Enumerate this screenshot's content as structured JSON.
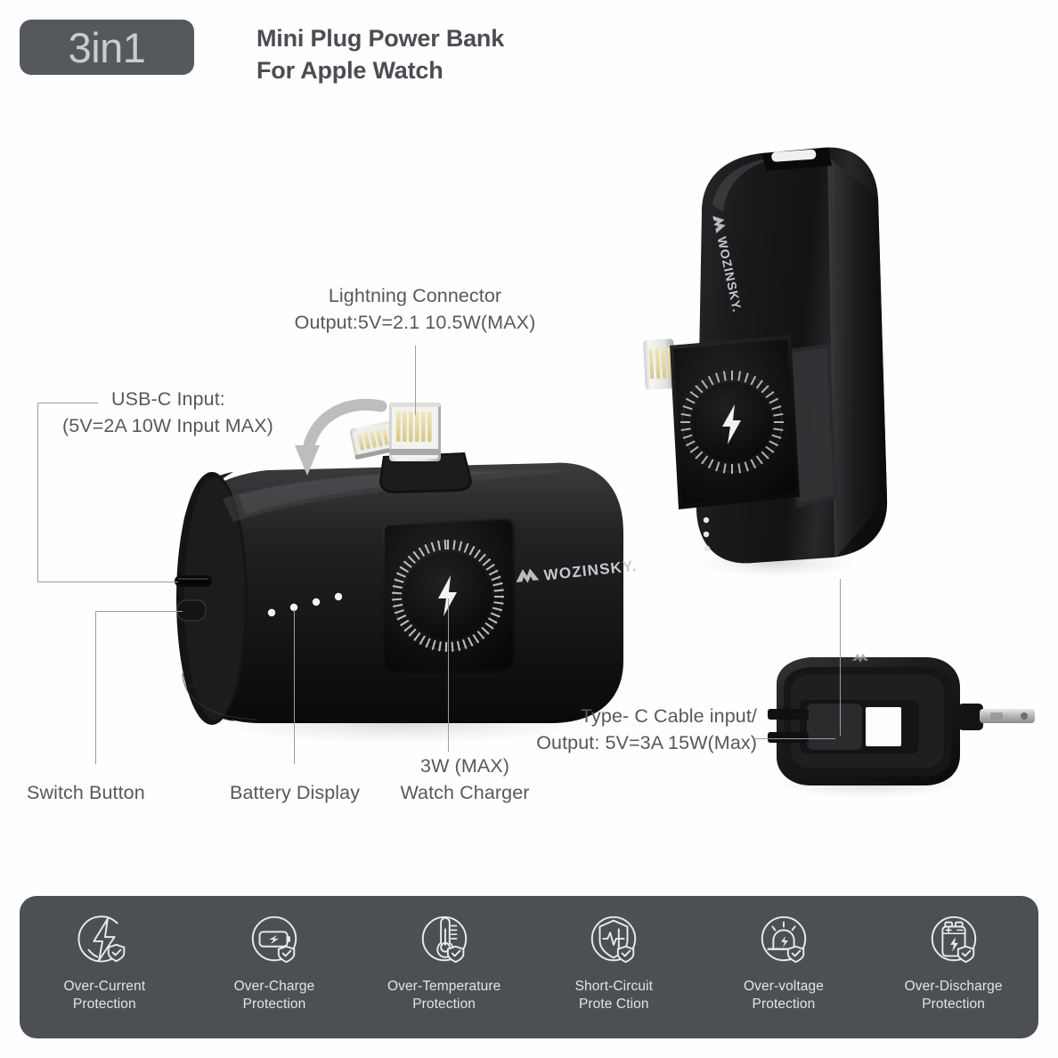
{
  "header": {
    "badge": "3in1",
    "title_line1": "Mini Plug Power Bank",
    "title_line2": "For Apple Watch",
    "badge_bg": "#55585d",
    "badge_text_color": "#c9ccd1",
    "title_color": "#4a4d52"
  },
  "brand": {
    "name": "WOZINSKY."
  },
  "annotations": {
    "lightning": {
      "line1": "Lightning Connector",
      "line2": "Output:5V=2.1 10.5W(MAX)"
    },
    "usbc": {
      "line1": "USB-C Input:",
      "line2": "(5V=2A 10W Input MAX)"
    },
    "switch_button": "Switch Button",
    "battery_display": "Battery Display",
    "watch_charger": {
      "line1": "3W (MAX)",
      "line2": "Watch  Charger"
    },
    "typec": {
      "line1": "Type- C Cable input/",
      "line2": "Output: 5V=3A 15W(Max)"
    }
  },
  "protections": {
    "panel_bg": "#4c4f54",
    "label_color": "#e2e4e7",
    "items": [
      {
        "icon": "over-current-icon",
        "line1": "Over-Current",
        "line2": "Protection"
      },
      {
        "icon": "over-charge-icon",
        "line1": "Over-Charge",
        "line2": "Protection"
      },
      {
        "icon": "over-temperature-icon",
        "line1": "Over-Temperature",
        "line2": "Protection"
      },
      {
        "icon": "short-circuit-icon",
        "line1": "Short-Circuit",
        "line2": "Prote Ction"
      },
      {
        "icon": "over-voltage-icon",
        "line1": "Over-voltage",
        "line2": "Protection"
      },
      {
        "icon": "over-discharge-icon",
        "line1": "Over-Discharge",
        "line2": "Protection"
      }
    ]
  }
}
